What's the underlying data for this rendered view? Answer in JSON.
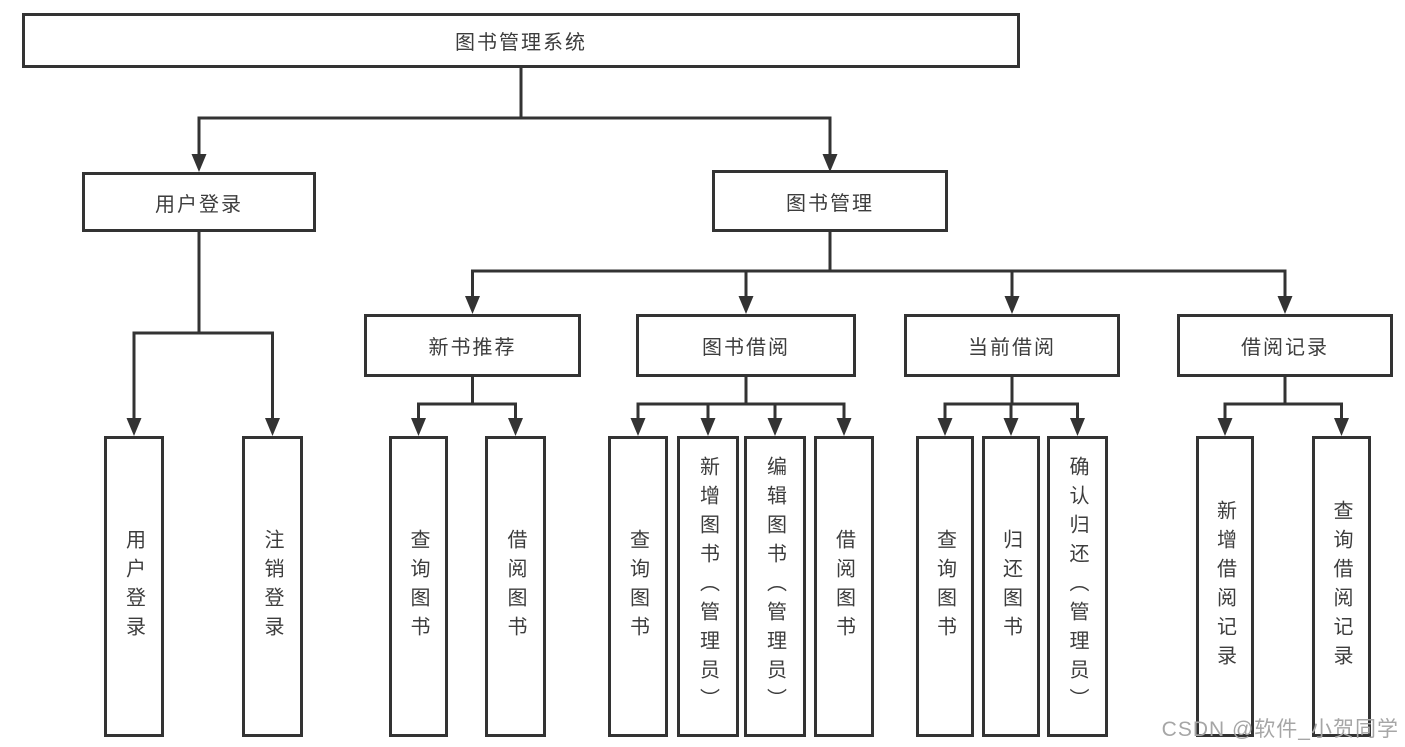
{
  "diagram": {
    "title": "图书管理系统",
    "l2": [
      "用户登录",
      "图书管理"
    ],
    "l3": [
      "新书推荐",
      "图书借阅",
      "当前借阅",
      "借阅记录"
    ],
    "l4": [
      "用户登录",
      "注销登录",
      "查询图书",
      "借阅图书",
      "查询图书",
      "新增图书（管理员）",
      "编辑图书（管理员）",
      "借阅图书",
      "查询图书",
      "归还图书",
      "确认归还（管理员）",
      "新增借阅记录",
      "查询借阅记录"
    ]
  },
  "watermark": "CSDN @软件_小贺同学",
  "colors": {
    "line": "#333333",
    "text": "#3d3d3d",
    "watermark": "#a6a6a6",
    "background": "#ffffff"
  }
}
